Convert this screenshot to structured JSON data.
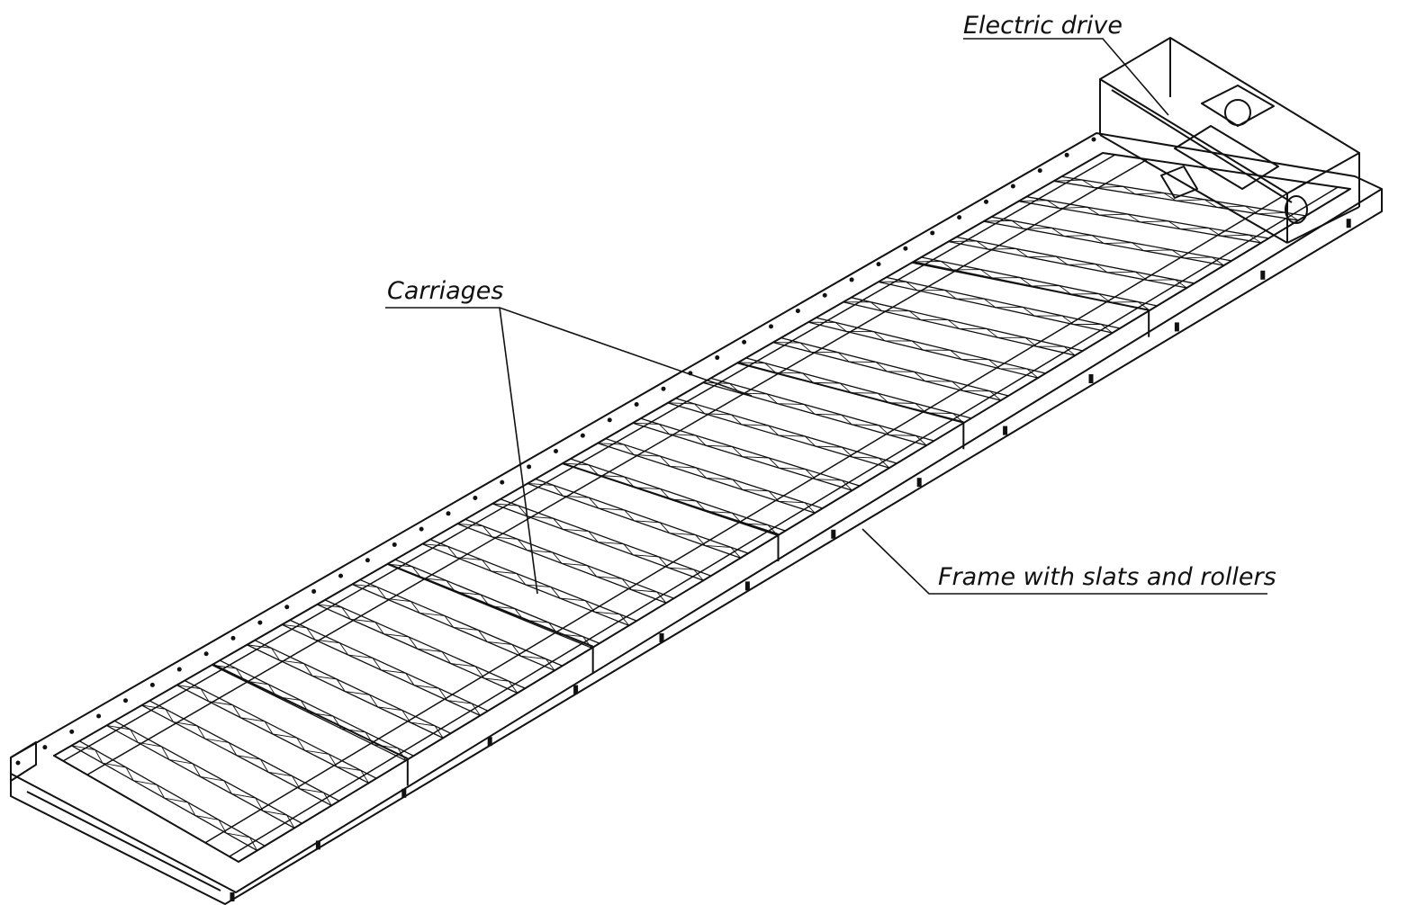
{
  "labels": {
    "electric_drive": "Electric drive",
    "carriages": "Carriages",
    "frame": "Frame with slats and rollers"
  },
  "colors": {
    "line": "#111111",
    "background": "#ffffff"
  },
  "assembly": {
    "slat_count": 29,
    "section_count": 6
  }
}
